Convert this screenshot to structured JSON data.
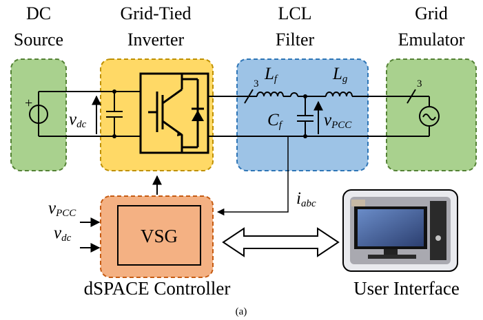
{
  "blocks": {
    "dc_source": {
      "title_line1": "DC",
      "title_line2": "Source",
      "color": "#a9d18e",
      "border": "#548235"
    },
    "inverter": {
      "title_line1": "Grid-Tied",
      "title_line2": "Inverter",
      "color": "#ffd966",
      "border": "#bf9000"
    },
    "lcl_filter": {
      "title_line1": "LCL",
      "title_line2": "Filter",
      "color": "#9dc3e6",
      "border": "#2e75b6"
    },
    "grid_emulator": {
      "title_line1": "Grid",
      "title_line2": "Emulator",
      "color": "#a9d18e",
      "border": "#548235"
    },
    "controller": {
      "label": "dSPACE Controller",
      "color": "#f4b183",
      "border": "#c55a11",
      "vsg_label": "VSG"
    },
    "user_interface": {
      "label": "User Interface",
      "icon": "computer-photo-icon"
    }
  },
  "signals": {
    "vdc": {
      "main": "v",
      "sub": "dc"
    },
    "lf": {
      "main": "L",
      "sub": "f"
    },
    "lg": {
      "main": "L",
      "sub": "g"
    },
    "cf": {
      "main": "C",
      "sub": "f"
    },
    "vpcc": {
      "main": "v",
      "sub": "PCC"
    },
    "iabc": {
      "main": "i",
      "sub": "abc"
    },
    "in_vpcc": {
      "main": "v",
      "sub": "PCC"
    },
    "in_vdc": {
      "main": "v",
      "sub": "dc"
    },
    "phase_count_left": "3",
    "phase_count_right": "3"
  },
  "caption": "(a)"
}
